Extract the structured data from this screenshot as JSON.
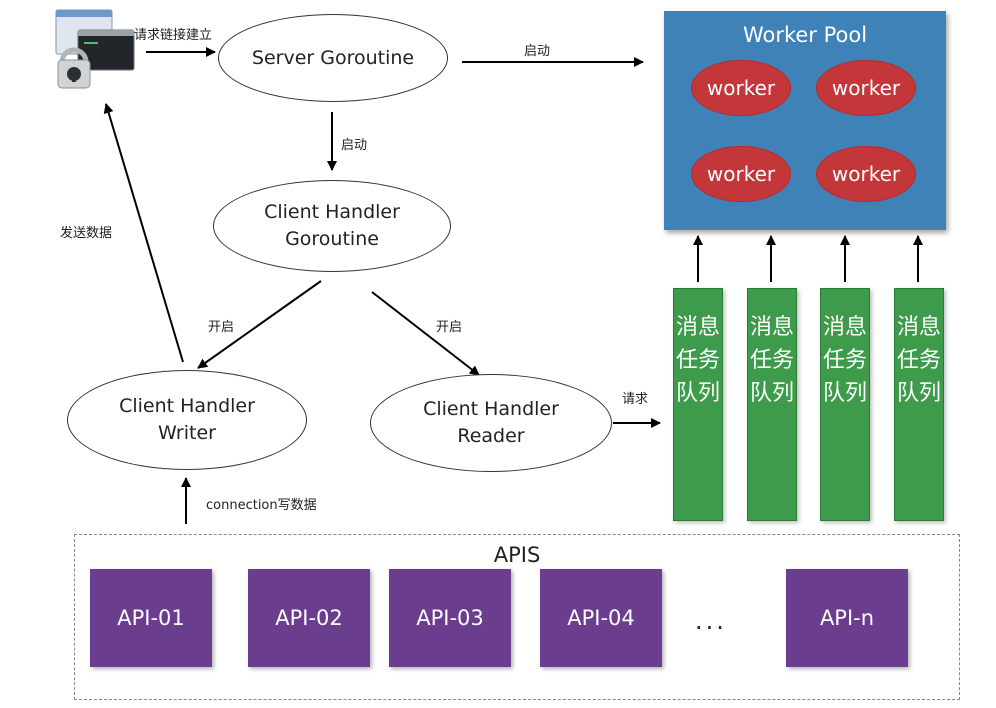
{
  "nodes": {
    "server": {
      "line1": "Server Goroutine"
    },
    "client_handler": {
      "line1": "Client Handler",
      "line2": "Goroutine"
    },
    "writer": {
      "line1": "Client Handler",
      "line2": "Writer"
    },
    "reader": {
      "line1": "Client Handler",
      "line2": "Reader"
    }
  },
  "edge_labels": {
    "connect_request": "请求链接建立",
    "server_to_pool": "启动",
    "server_to_handler": "启动",
    "send_data": "发送数据",
    "open_writer": "开启",
    "open_reader": "开启",
    "reader_request": "请求",
    "connection_write": "connection写数据"
  },
  "worker_pool": {
    "title": "Worker Pool",
    "workers": [
      "worker",
      "worker",
      "worker",
      "worker"
    ]
  },
  "queues": [
    "消息任务队列",
    "消息任务队列",
    "消息任务队列",
    "消息任务队列"
  ],
  "apis": {
    "title": "APIS",
    "items": [
      "API-01",
      "API-02",
      "API-03",
      "API-04",
      "API-n"
    ],
    "ellipsis": "..."
  },
  "colors": {
    "pool": "#3f82b8",
    "worker": "#c3373a",
    "queue": "#3d9b4b",
    "api": "#6a3d8e"
  },
  "icons": {
    "client": "terminal-lock-icon"
  }
}
